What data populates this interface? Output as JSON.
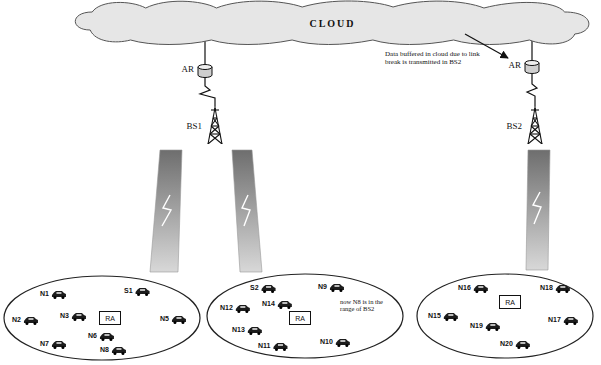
{
  "diagram": {
    "nodes": [
      {
        "text": [
          "CLOUD"
        ]
      },
      {
        "text": [
          "AR"
        ]
      },
      {
        "text": [
          "BS1"
        ]
      },
      {
        "text": [
          "AR"
        ]
      },
      {
        "text": [
          "BS2"
        ]
      },
      {
        "text": [
          "RA"
        ]
      },
      {
        "text": [
          "RA"
        ]
      },
      {
        "text": [
          "RA"
        ]
      }
    ],
    "edges": [
      {
        "from": 0,
        "to": 1,
        "arrow": "none"
      },
      {
        "from": 1,
        "to": 2,
        "arrow": "none"
      },
      {
        "from": 0,
        "to": 3,
        "arrow": "none"
      },
      {
        "from": 3,
        "to": 4,
        "arrow": "none"
      }
    ],
    "labels": [
      "Data buffered in cloud due to link break is transmitted in BS2",
      "now N8 is in the range of BS2",
      "N1",
      "S1",
      "N2",
      "N3",
      "N6",
      "N5",
      "N7",
      "N8",
      "S2",
      "N9",
      "N12",
      "N14",
      "N13",
      "N11",
      "N10",
      "N16",
      "N18",
      "N15",
      "N19",
      "N17",
      "N20"
    ]
  }
}
